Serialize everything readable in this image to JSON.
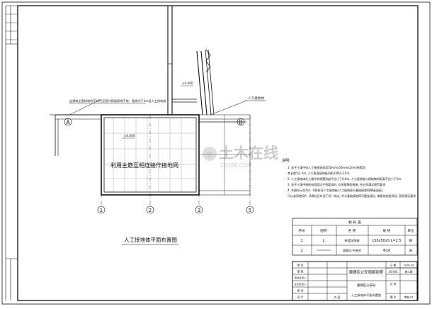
{
  "drawing": {
    "plan_title": "人工接地体平面布置图",
    "main_grid_label": "利用主筋互相连接作接地网",
    "callout_left": "由建筑主筋接地网干线引至室外预留接地干线、距离大于3m设人工接地极",
    "callout_right": "人工接地体",
    "elev_top": "±0.000",
    "elev_main": "±0.000",
    "axis_rows": [
      "A",
      "B"
    ],
    "axis_cols": [
      "1",
      "2",
      "3",
      "5"
    ]
  },
  "notes": {
    "heading": "说明:",
    "lines": [
      "1. 若平土壤中电人工接地极采用50mmx50mmx5mm热镀锌",
      "   其长度为2.5m, 人工垂直接地极间距不得小于5m.",
      "2. 人工接地体在土壤中的埋置深度不应小于0.8m, 人工接地极与建筑物的距离不应小于5m.",
      "3. 若平土壤中接地电阻值达不到要求时, 应采取降阻措施. 并必须满足规范要求.",
      "4. 本图所示仅为A、B两处设人工接地极(人工接地极与基础接地网焊接连接)，",
      "   可以若再增设A、B两处且补设于同一地点, 并与基础接地网可靠连接后, 做接地电阻测试, 直到满足要求."
    ]
  },
  "materials": {
    "title": "材 料 表",
    "headers": [
      "序号",
      "图例",
      "名 称",
      "规 格",
      "单位"
    ],
    "rows": [
      {
        "no": "1",
        "symbol": "L",
        "name": "热镀锌角钢",
        "spec": "L50x50x5 L=2.5",
        "unit": "根"
      },
      {
        "no": "2",
        "symbol": "",
        "name": "圆钢水平接地",
        "spec": "Φ16",
        "unit": "米"
      }
    ]
  },
  "title_block": {
    "company": "顺德区公安局解剖室",
    "rows": [
      {
        "k": "审 定",
        "v": ""
      },
      {
        "k": "审 核",
        "v": ""
      },
      {
        "k": "项目负责人",
        "v": ""
      },
      {
        "k": "专业负责人",
        "v": ""
      },
      {
        "k": "校 对",
        "v": ""
      },
      {
        "k": "设 计",
        "v": ""
      }
    ],
    "project_label": "顺德区公安局",
    "drawing_name": "人工接地体平面布置图",
    "content_label": "内 容",
    "meta": [
      {
        "k": "日 期",
        "v": "2008.09"
      },
      {
        "k": "设计阶段",
        "v": "施工图"
      },
      {
        "k": "比 例",
        "v": ""
      },
      {
        "k": "图 号",
        "v": "电施-03"
      }
    ]
  },
  "watermark": {
    "main": "土木在线",
    "sub": "C0188.COM"
  }
}
